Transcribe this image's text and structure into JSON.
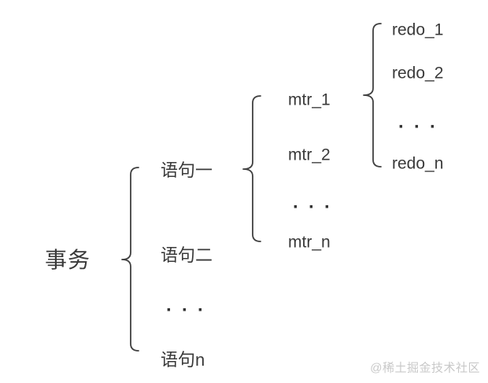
{
  "diagram": {
    "root": "事务",
    "level1": [
      "语句一",
      "语句二",
      "···",
      "语句n"
    ],
    "level2": [
      "mtr_1",
      "mtr_2",
      "···",
      "mtr_n"
    ],
    "level3": [
      "redo_1",
      "redo_2",
      "···",
      "redo_n"
    ]
  },
  "watermark": "@稀土掘金技术社区",
  "colors": {
    "text": "#3a3a3a",
    "brace": "#404040",
    "watermark": "#c8c8c8",
    "background": "#ffffff"
  }
}
